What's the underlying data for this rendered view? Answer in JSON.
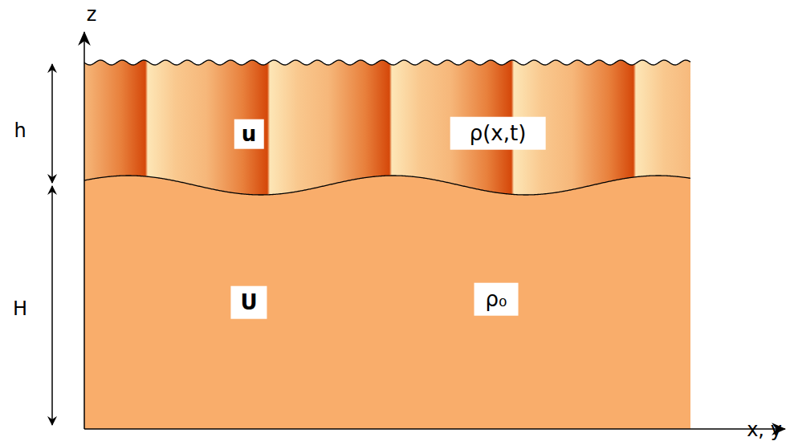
{
  "diagram": {
    "labels": [
      "z",
      "h",
      "u",
      "ρ(x,t)",
      "H",
      "U",
      "ρ₀",
      "x, y"
    ]
  }
}
